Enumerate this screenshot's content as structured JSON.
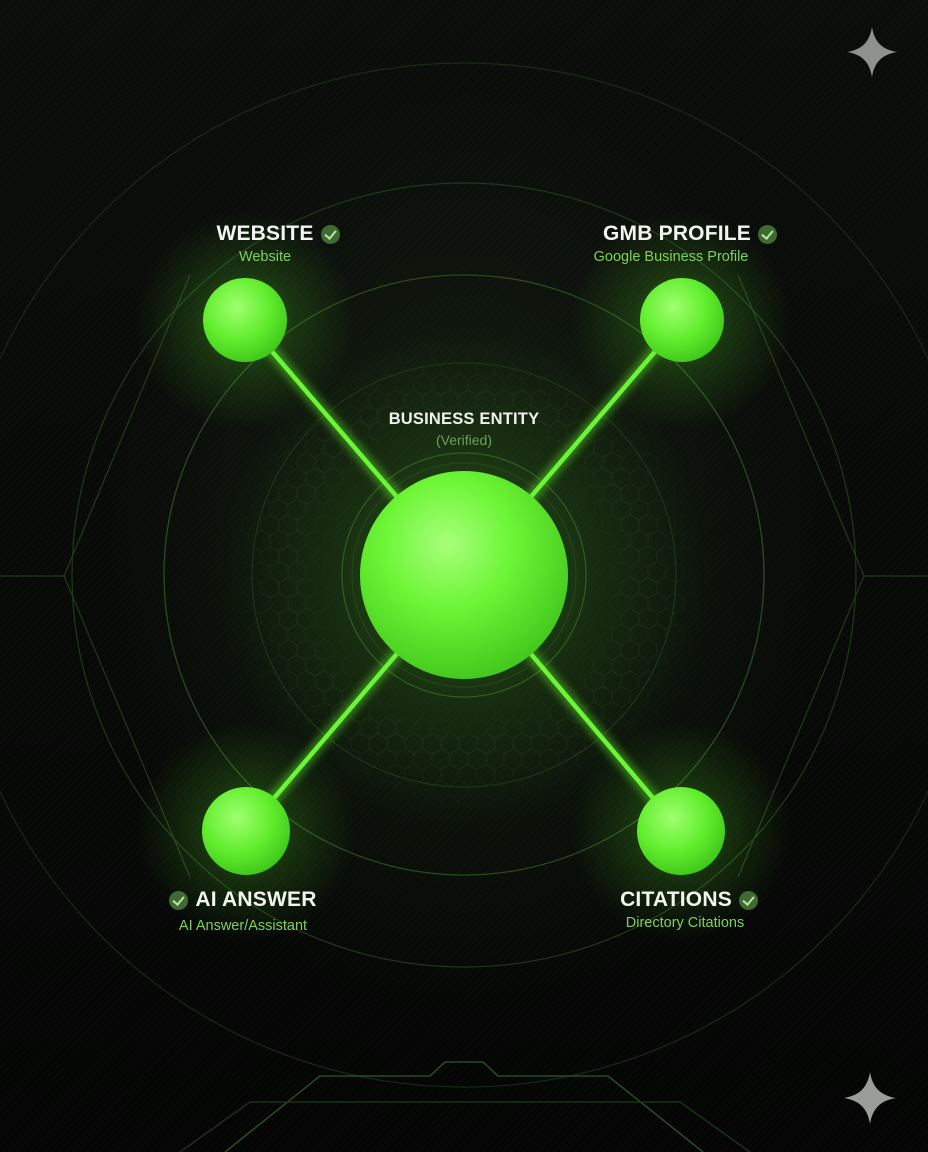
{
  "diagram": {
    "center": {
      "title": "BUSINESS ENTITY",
      "subtitle": "(Verified)"
    },
    "nodes": [
      {
        "id": "website",
        "title": "WEBSITE",
        "subtitle": "Website",
        "verified": true,
        "check_icon": "check-circle-icon"
      },
      {
        "id": "gmb",
        "title": "GMB PROFILE",
        "subtitle": "Google Business Profile",
        "verified": true,
        "check_icon": "check-circle-icon"
      },
      {
        "id": "ai-answer",
        "title": "AI ANSWER",
        "subtitle": "AI Answer/Assistant",
        "verified": true,
        "check_icon": "check-circle-icon"
      },
      {
        "id": "citations",
        "title": "CITATIONS",
        "subtitle": "Directory Citations",
        "verified": true,
        "check_icon": "check-circle-icon"
      }
    ],
    "colors": {
      "accent": "#6cf536",
      "node_fill": "#5fee2c",
      "node_highlight": "#a8ff7a",
      "background": "#070907",
      "label_text": "#f2f5f0",
      "sublabel_text": "#7fd15a"
    }
  },
  "decorations": {
    "top_right_icon": "sparkle-icon",
    "bottom_right_icon": "sparkle-icon"
  }
}
